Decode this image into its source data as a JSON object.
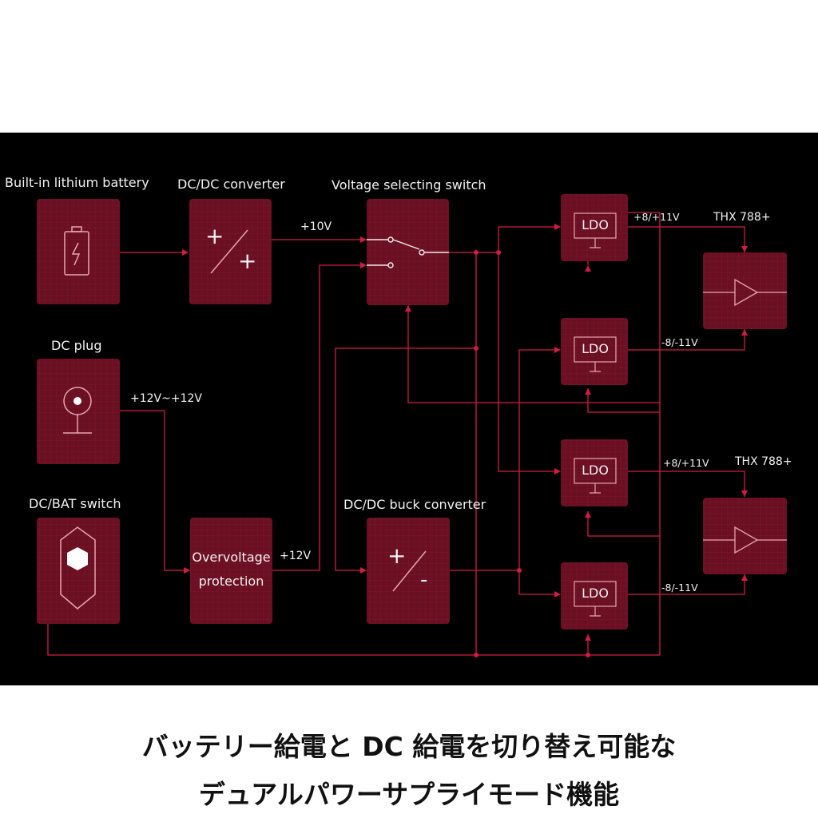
{
  "diagram": {
    "labels": {
      "battery": "Built-in lithium battery",
      "dcdc": "DC/DC converter",
      "vswitch": "Voltage selecting switch",
      "dcplug": "DC plug",
      "dcbat": "DC/BAT switch",
      "buck": "DC/DC buck converter",
      "thx1": "THX 788+",
      "thx2": "THX 788+"
    },
    "voltages": {
      "v10": "+10V",
      "v12range": "+12V~+12V",
      "v12": "+12V",
      "pos1": "+8/+11V",
      "neg1": "-8/-11V",
      "pos2": "+8/+11V",
      "neg2": "-8/-11V"
    },
    "block_text": {
      "ovp_line1": "Overvoltage",
      "ovp_line2": "protection",
      "ldo1": "LDO",
      "ldo2": "LDO",
      "ldo3": "LDO",
      "ldo4": "LDO",
      "plus_a": "+",
      "plus_b": "+",
      "plus_c": "+",
      "minus": "-"
    },
    "colors": {
      "block_fill": "#6b0f22",
      "line": "#d21d40",
      "background": "#000000"
    }
  },
  "caption": {
    "line1": "バッテリー給電と DC 給電を切り替え可能な",
    "line2": "デュアルパワーサプライモード機能"
  }
}
